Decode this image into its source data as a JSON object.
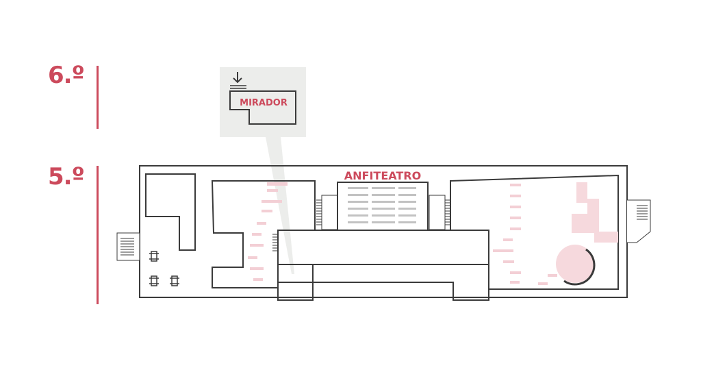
{
  "floors": [
    {
      "label": "6.º"
    },
    {
      "label": "5.º"
    }
  ],
  "rooms": {
    "mirador": "MIRADOR",
    "anfiteatro": "ANFITEATRO"
  },
  "icons": {
    "mirador_access": "down-arrow-stairs-icon"
  },
  "colors": {
    "accent": "#cc4a5c",
    "wall": "#3a3a3a",
    "highlight": "#f6d9dd",
    "callout": "#ecedeb",
    "seating": "#b8b8b8"
  }
}
